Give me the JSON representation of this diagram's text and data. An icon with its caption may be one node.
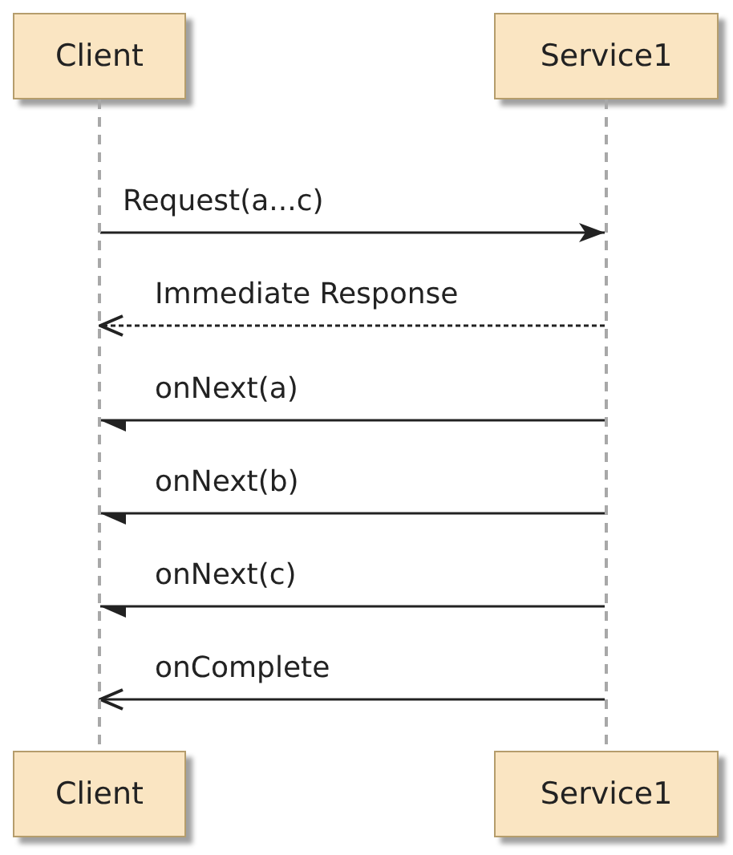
{
  "diagram": {
    "nodes": [
      {
        "text": [
          "Client"
        ]
      },
      {
        "text": [
          "Service1"
        ]
      },
      {
        "text": [],
        "shape": "line"
      },
      {
        "text": [],
        "shape": "line"
      },
      {
        "text": [
          "Client"
        ]
      },
      {
        "text": [
          "Service1"
        ]
      }
    ],
    "edges": [
      {
        "from": 2,
        "to": 3,
        "arrow": "to",
        "label": "Request(a...c)"
      },
      {
        "from": 3,
        "to": 2,
        "arrow": "to",
        "label": "Immediate Response",
        "style": "dashed"
      },
      {
        "from": 3,
        "to": 2,
        "arrow": "to",
        "label": "onNext(a)"
      },
      {
        "from": 3,
        "to": 2,
        "arrow": "to",
        "label": "onNext(b)"
      },
      {
        "from": 3,
        "to": 2,
        "arrow": "to",
        "label": "onNext(c)"
      },
      {
        "from": 3,
        "to": 2,
        "arrow": "to",
        "label": "onComplete"
      }
    ]
  }
}
